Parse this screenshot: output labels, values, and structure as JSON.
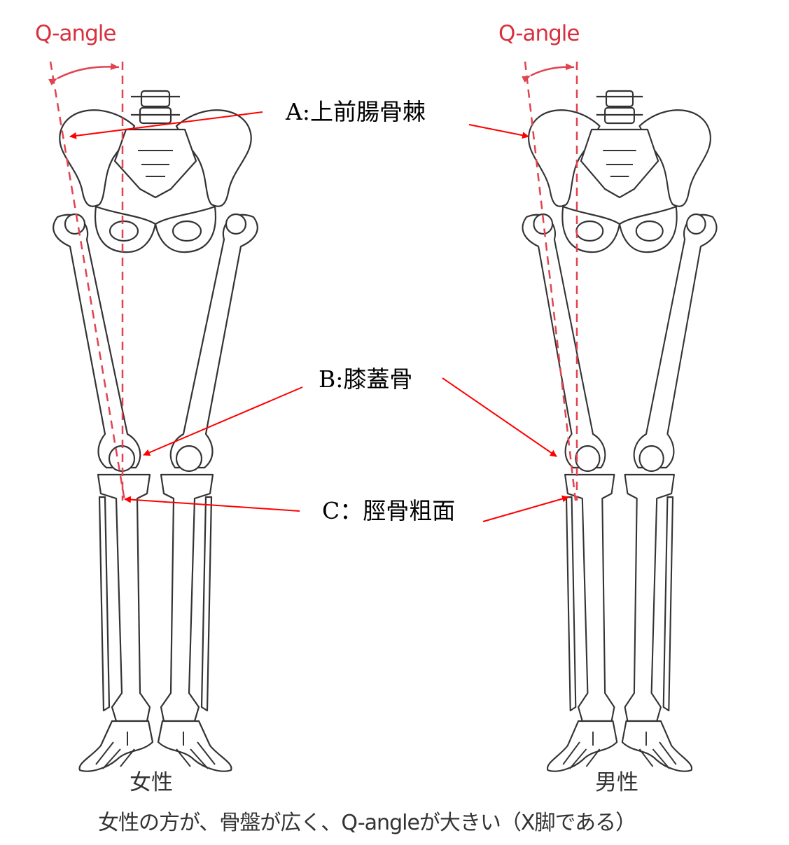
{
  "labels": {
    "q_angle_female": "Q-angle",
    "q_angle_male": "Q-angle",
    "a": "A:上前腸骨棘",
    "b": "B:膝蓋骨",
    "c": "C：脛骨粗面",
    "female": "女性",
    "male": "男性",
    "caption": "女性の方が、骨盤が広く、Q-angleが大きい（X脚である）"
  },
  "colors": {
    "q_angle": "#d9303f",
    "pointer": "#ff0000",
    "bone_outline": "#333333"
  }
}
